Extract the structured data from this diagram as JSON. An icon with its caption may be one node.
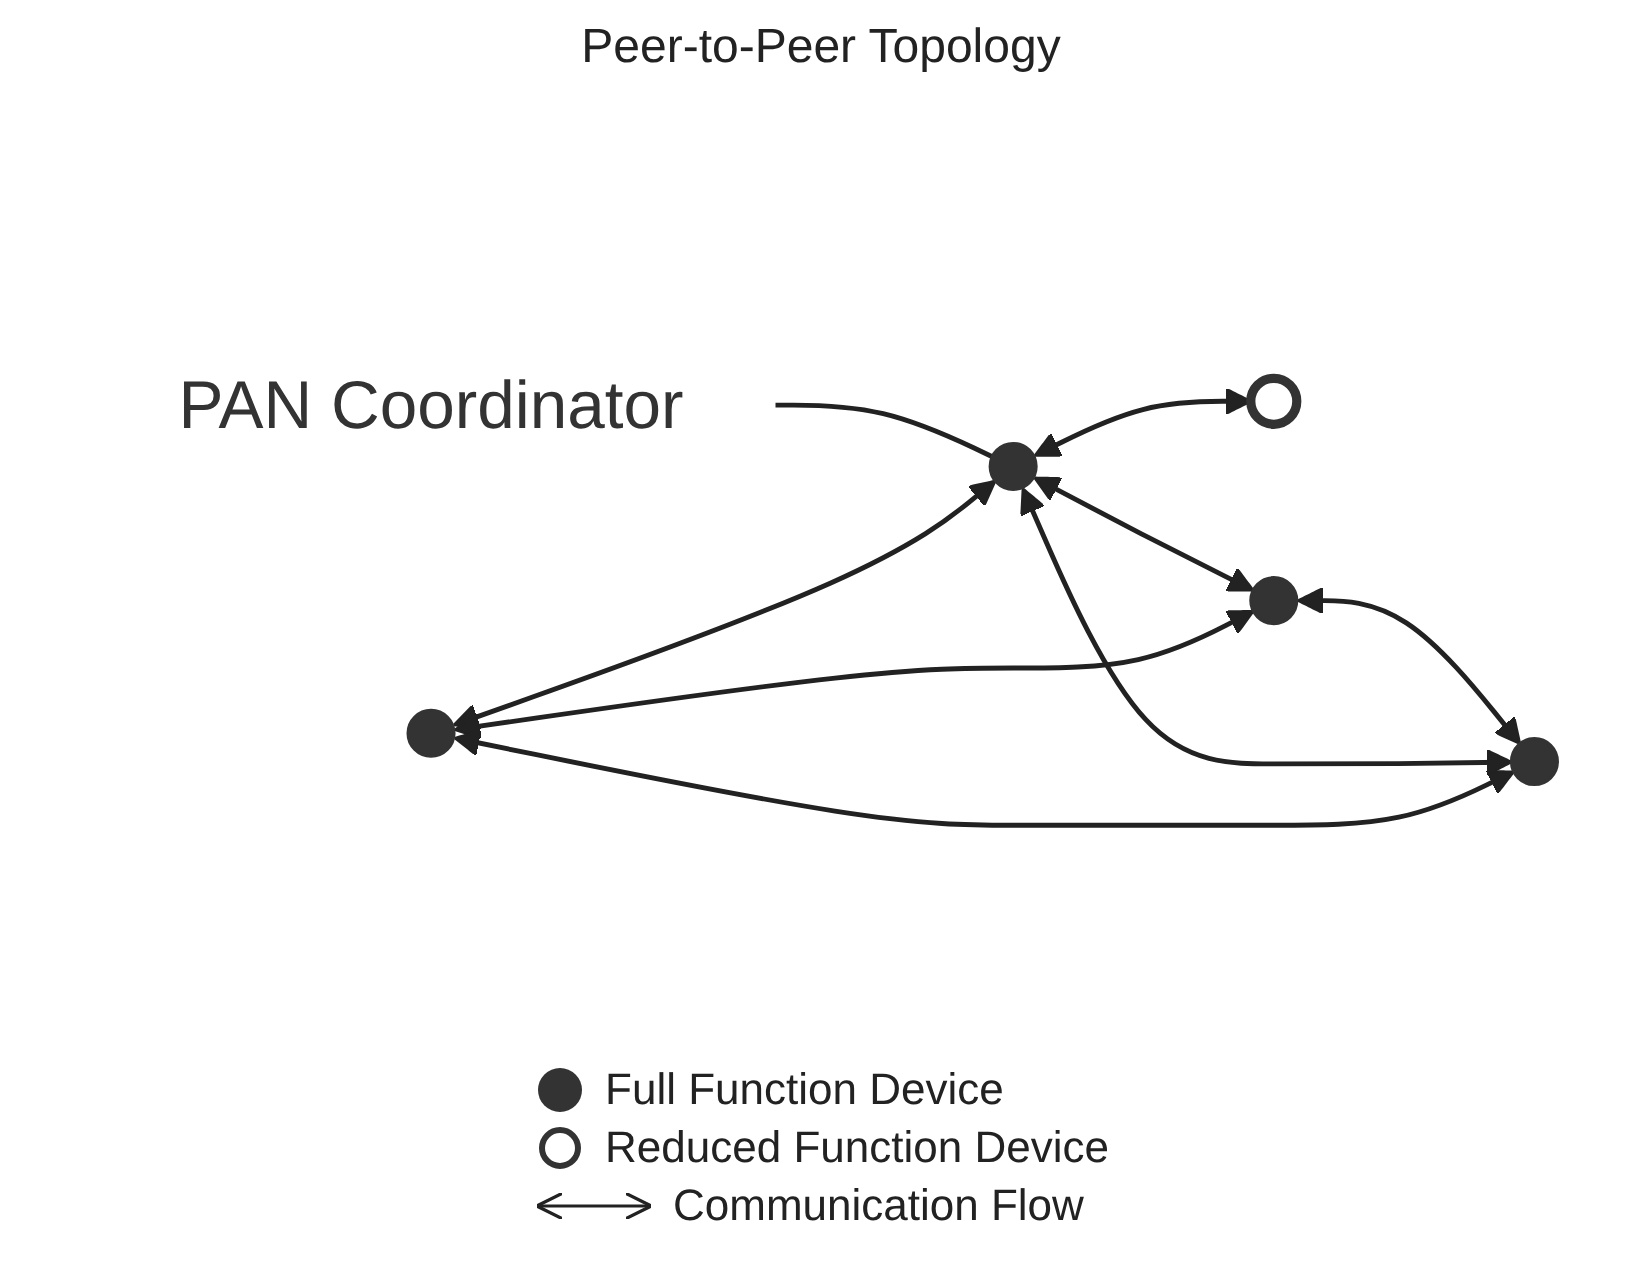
{
  "diagram": {
    "title": "Peer-to-Peer Topology",
    "nodes": [
      {
        "text": [],
        "shape": "circle"
      },
      {
        "text": [],
        "shape": "circle"
      },
      {
        "text": [],
        "shape": "circle"
      },
      {
        "text": [],
        "shape": "circle"
      },
      {
        "text": [],
        "shape": "circle"
      },
      {
        "text": [
          "PAN Coordinator"
        ]
      }
    ],
    "edges": [
      {
        "from": 0,
        "to": 1,
        "arrow": "both"
      },
      {
        "from": 0,
        "to": 3,
        "arrow": "both"
      },
      {
        "from": 0,
        "to": 4,
        "arrow": "both"
      },
      {
        "from": 1,
        "to": 2,
        "arrow": "both"
      },
      {
        "from": 1,
        "to": 3,
        "arrow": "both"
      },
      {
        "from": 1,
        "to": 4,
        "arrow": "both"
      },
      {
        "from": 3,
        "to": 4,
        "arrow": "both"
      },
      {
        "from": 5,
        "to": 1,
        "arrow": "none"
      }
    ],
    "legend": [
      {
        "text": "Full Function Device"
      },
      {
        "text": "Reduced Function Device"
      },
      {
        "text": "Communication Flow"
      }
    ]
  }
}
